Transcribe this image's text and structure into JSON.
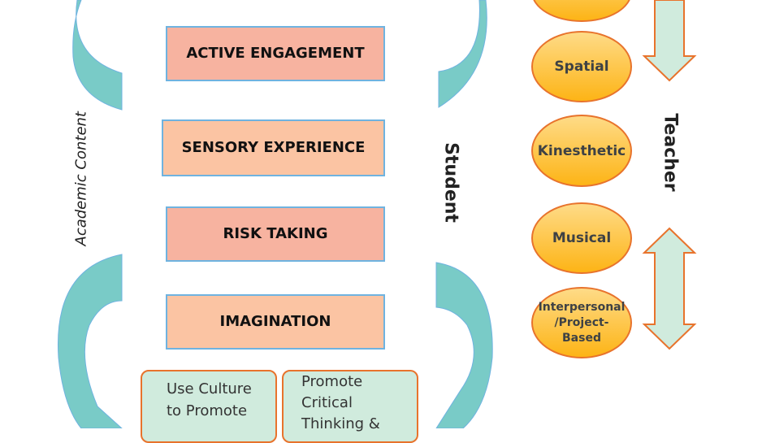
{
  "center_boxes": [
    "ACTIVE ENGAGEMENT",
    "SENSORY EXPERIENCE",
    "RISK TAKING",
    "IMAGINATION"
  ],
  "bottom_boxes": [
    {
      "lines": [
        "Use Culture",
        "to Promote"
      ]
    },
    {
      "lines": [
        "Promote",
        "Critical",
        "Thinking &"
      ]
    }
  ],
  "labels": {
    "left": "Academic Content",
    "middle": "Student",
    "right": "Teacher"
  },
  "ovals": [
    "",
    "Spatial",
    "Kinesthetic",
    "Musical",
    "Interpersonal /Project-Based"
  ],
  "colors": {
    "box_dark": "#f7b3a0",
    "box_light": "#fbc4a3",
    "teal": "#79cbc7",
    "oval": "#fdc34a",
    "arrow_fill": "#d0ebdd",
    "arrow_stroke": "#e8732c"
  }
}
